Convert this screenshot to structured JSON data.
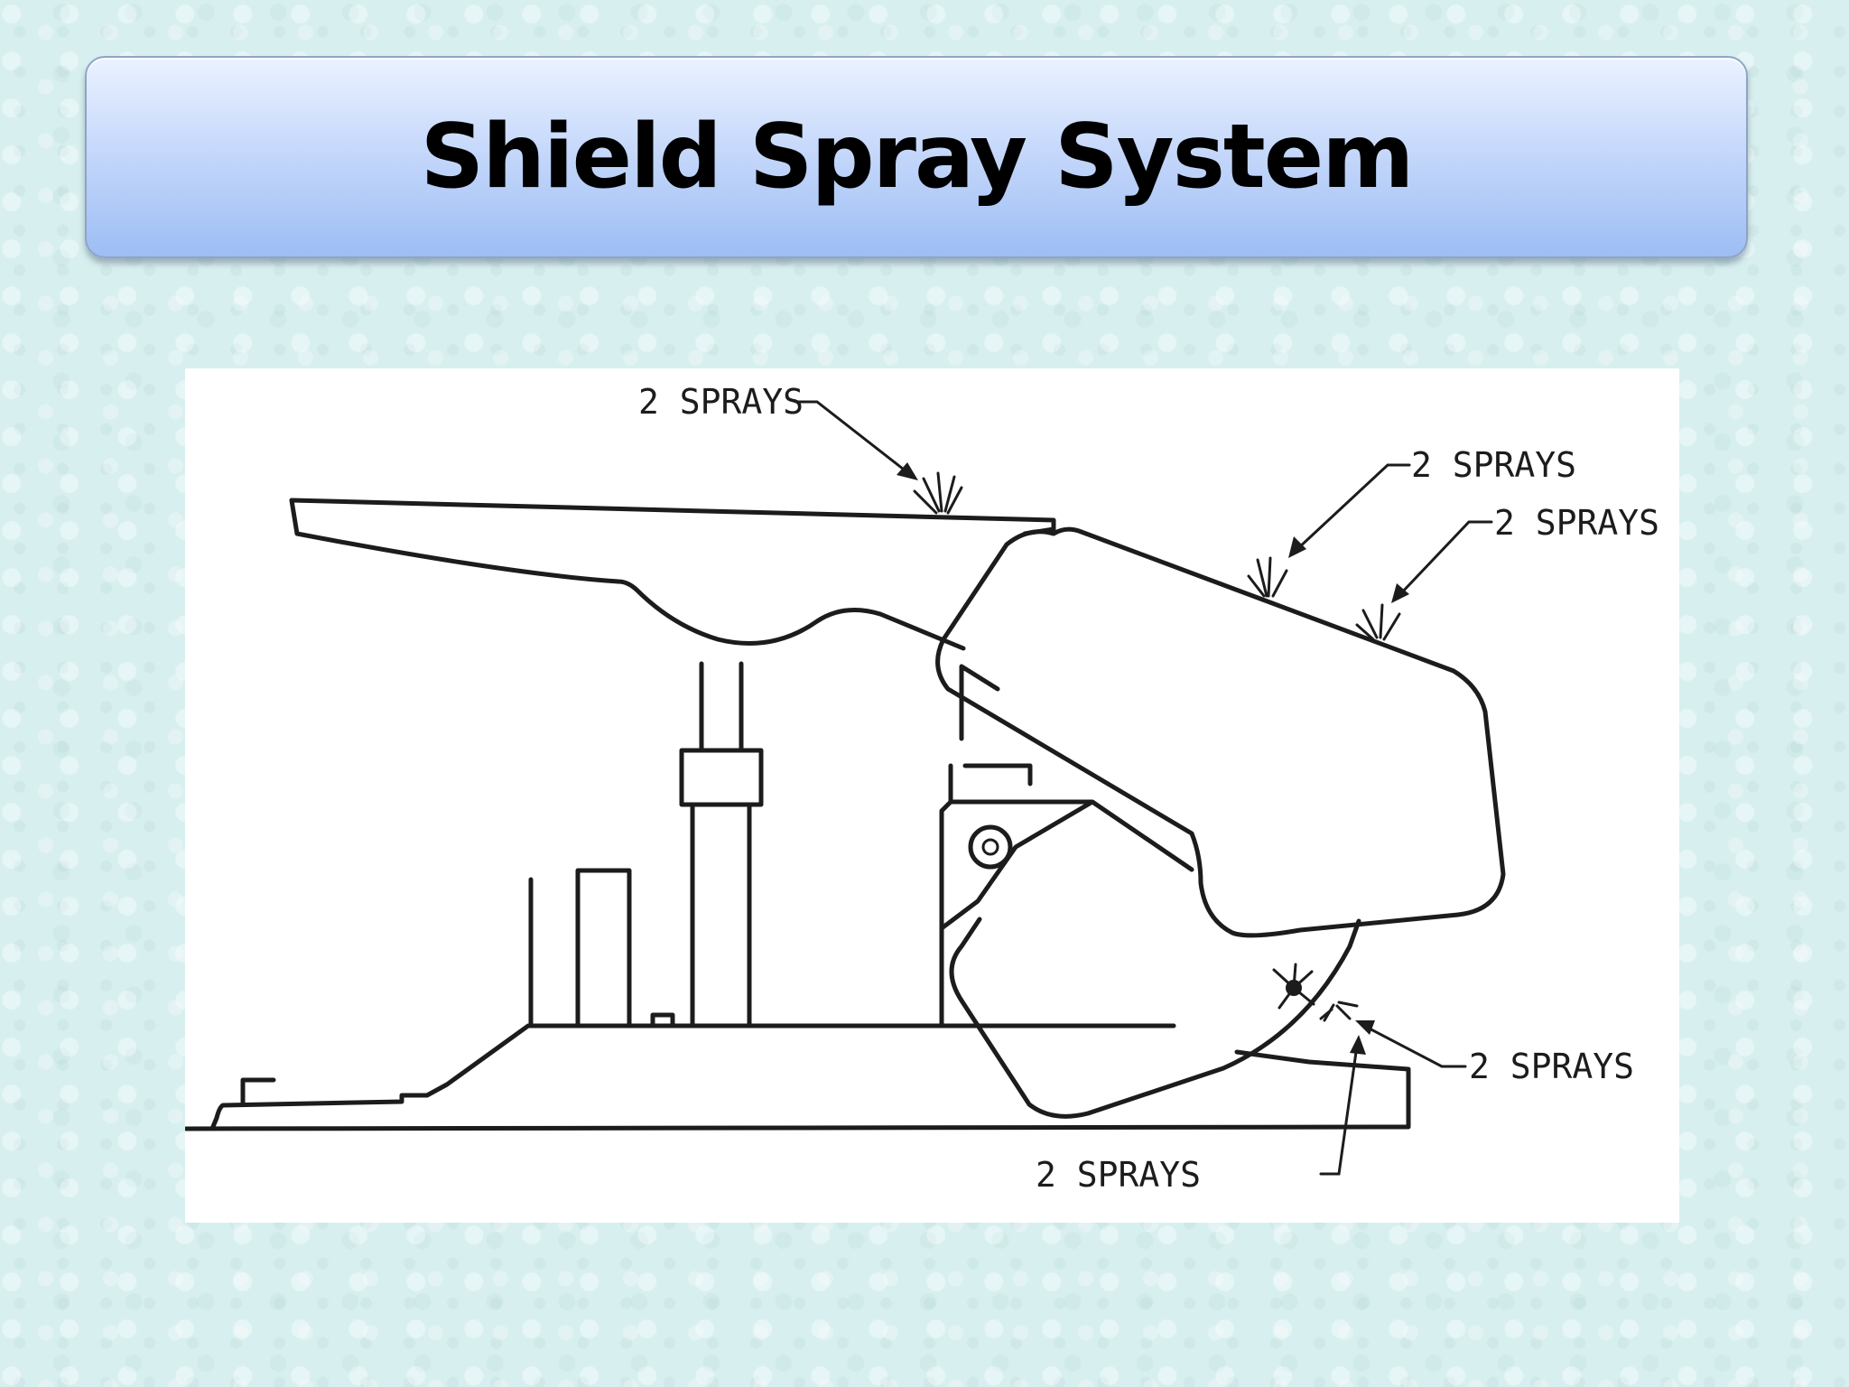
{
  "slide": {
    "title": "Shield Spray System"
  },
  "diagram": {
    "spray_labels": [
      {
        "id": "top-canopy",
        "text": "2 SPRAYS"
      },
      {
        "id": "shield-upper-1",
        "text": "2 SPRAYS"
      },
      {
        "id": "shield-upper-2",
        "text": "2 SPRAYS"
      },
      {
        "id": "shield-lower-right",
        "text": "2 SPRAYS"
      },
      {
        "id": "shield-bottom",
        "text": "2 SPRAYS"
      }
    ]
  }
}
